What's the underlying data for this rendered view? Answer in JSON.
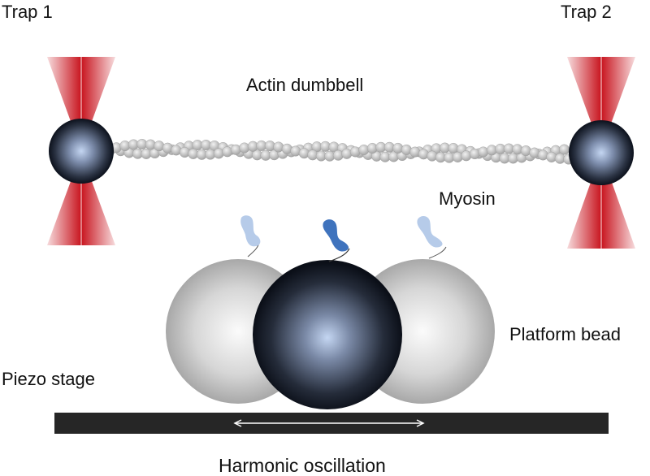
{
  "labels": {
    "trap1": "Trap 1",
    "trap2": "Trap 2",
    "actin": "Actin dumbbell",
    "myosin": "Myosin",
    "platform_bead": "Platform bead",
    "piezo_stage": "Piezo stage",
    "oscillation": "Harmonic oscillation"
  },
  "colors": {
    "laser_red": "#c8141e",
    "trapped_bead_dark": "#0c111c",
    "trapped_bead_light": "#c4d6f2",
    "actin_bead": "#c4c4c4",
    "platform_bead": "#bdbdbd",
    "center_bead_dark": "#0b0f18",
    "myosin_light": "#b6cbe9",
    "myosin_dark": "#3f73bd",
    "stage": "#262626",
    "arrow": "#ffffff"
  }
}
